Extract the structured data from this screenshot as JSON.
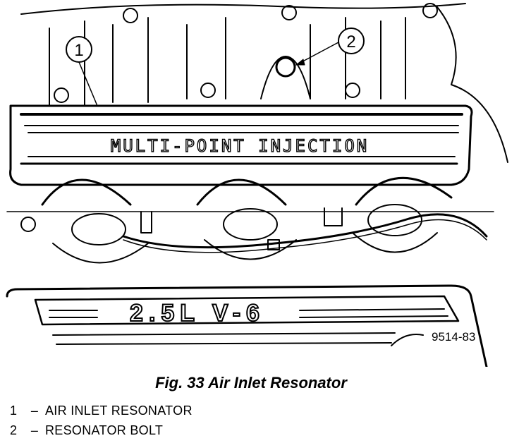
{
  "figure": {
    "code": "9514-83",
    "caption": "Fig. 33 Air Inlet Resonator",
    "engraved_text_upper": "MULTI-POINT INJECTION",
    "engraved_text_lower": "2.5L V-6"
  },
  "callouts": [
    {
      "number": "1"
    },
    {
      "number": "2"
    }
  ],
  "legend": [
    {
      "number": "1",
      "label": "AIR INLET RESONATOR"
    },
    {
      "number": "2",
      "label": "RESONATOR BOLT"
    }
  ]
}
